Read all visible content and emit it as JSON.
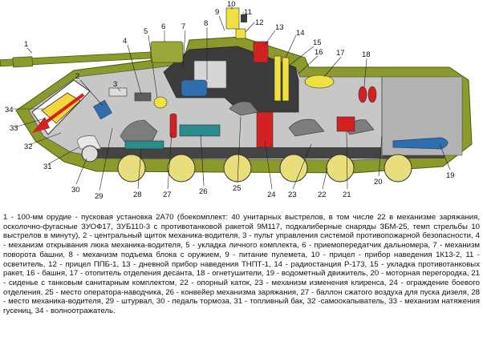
{
  "callouts": [
    "1",
    "2",
    "3",
    "4",
    "5",
    "6",
    "7",
    "8",
    "9",
    "10",
    "11",
    "12",
    "13",
    "14",
    "15",
    "16",
    "17",
    "18",
    "19",
    "20",
    "21",
    "22",
    "23",
    "24",
    "25",
    "26",
    "27",
    "28",
    "29",
    "30",
    "31",
    "32",
    "33",
    "34"
  ],
  "legend": "1 - 100-мм орудие - пусковая установка 2А70 (боекомплект: 40 унитарных выстрелов, в том числе 22 в механизме заряжания, осколочно-фугасные ЗУОФ17, ЗУБ110-3 с противотанковой ракетой 9М117, подкалиберные снаряды ЗБМ-25, темп стрельбы 10 выстрелов в минуту), 2 - центральный щиток механика-водителя, 3 - пульт управления системой противопожарной безопасности, 4 - механизм открывания люка механика-водителя, 5 - укладка личного комплекта, 6 - приемопередатчик дальномера, 7 - механизм поворота башни, 8 - механизм подъема блока с оружием, 9 - питание пулемета, 10 - прицел - прибор наведения 1К13-2, 11 - осветитель, 12 - прицел ППБ-1, 13 - дневной прибор наведения ТНПТ-1, 14 - радиостанция Р-173, 15 - укладка противотанковых ракет, 16 - башня, 17 - отопитель отделения десанта, 18 - огнетушители, 19 - водометный движитель, 20 - моторная перегородка, 21 - сиденье с танковым санитарным комплектом, 22 - опорный каток, 23 - механизм изменения клиренса, 24 - ограждение боевого отделения, 25 - место оператора-наводчика, 26 - конвейер механизма заряжания, 27 - баллон сжатого воздуха для пуска дизеля, 28 - место механика-водителя, 29 - штурвал, 30 - педаль тормоза, 31 - топливный бак, 32 -самоокапыватель, 33 - механизм натяжения гусениц, 34 - волноотражатель.",
  "colors": {
    "hull_green": "#8c9a2c",
    "interior_gray": "#c6c6c6",
    "wheel_yellow": "#e8de7c",
    "seat_gray": "#7d7d7d",
    "red": "#d42020",
    "blue": "#2f6fb0",
    "teal": "#2a8c8c",
    "yellow_ammo": "#f0e040"
  }
}
